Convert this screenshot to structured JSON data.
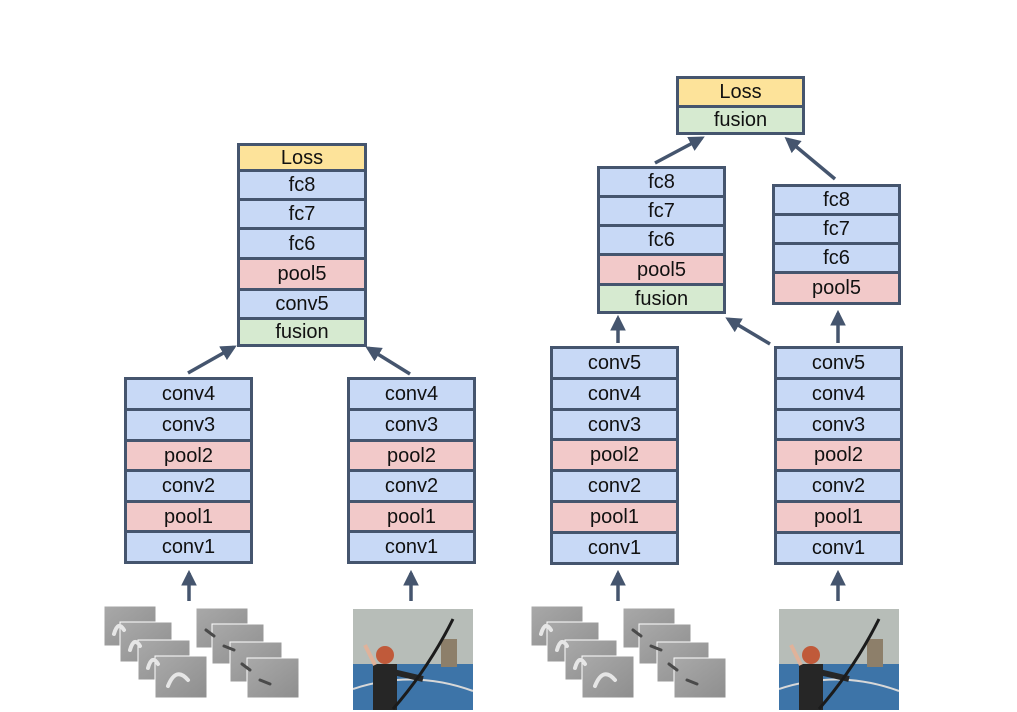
{
  "colors": {
    "conv": "#c8d9f6",
    "pool": "#f2c9c9",
    "fusion": "#d6ead0",
    "loss": "#fde39a",
    "border": "#45556e",
    "arrow": "#45556e"
  },
  "left_model": {
    "top_stack": [
      "Loss",
      "fc8",
      "fc7",
      "fc6",
      "pool5",
      "conv5",
      "fusion"
    ],
    "flow_stack": [
      "conv4",
      "conv3",
      "pool2",
      "conv2",
      "pool1",
      "conv1"
    ],
    "rgb_stack": [
      "conv4",
      "conv3",
      "pool2",
      "conv2",
      "pool1",
      "conv1"
    ]
  },
  "right_model": {
    "top_fusion_stack": [
      "Loss",
      "fusion"
    ],
    "fused_branch_stack": [
      "fc8",
      "fc7",
      "fc6",
      "pool5",
      "fusion"
    ],
    "rgb_head_stack": [
      "fc8",
      "fc7",
      "fc6",
      "pool5"
    ],
    "flow_stack": [
      "conv5",
      "conv4",
      "conv3",
      "pool2",
      "conv2",
      "pool1",
      "conv1"
    ],
    "rgb_stack": [
      "conv5",
      "conv4",
      "conv3",
      "pool2",
      "conv2",
      "pool1",
      "conv1"
    ]
  },
  "icons": {
    "flow_input": "optical-flow-frames-icon",
    "rgb_input": "archer-photo-icon"
  }
}
